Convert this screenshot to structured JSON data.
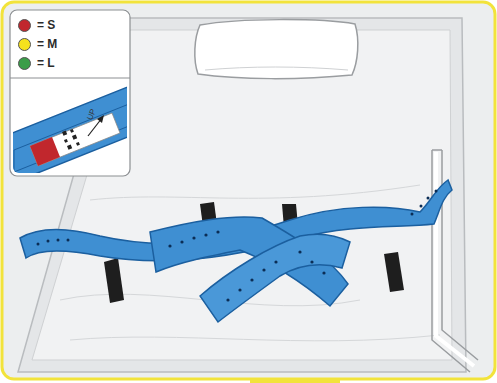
{
  "diagram": {
    "labels": [
      "UP"
    ],
    "legend": [
      {
        "text": "= S",
        "color": "#c1272d"
      },
      {
        "text": "= M",
        "color": "#f5e11e"
      },
      {
        "text": "= L",
        "color": "#3a9d48"
      }
    ]
  }
}
